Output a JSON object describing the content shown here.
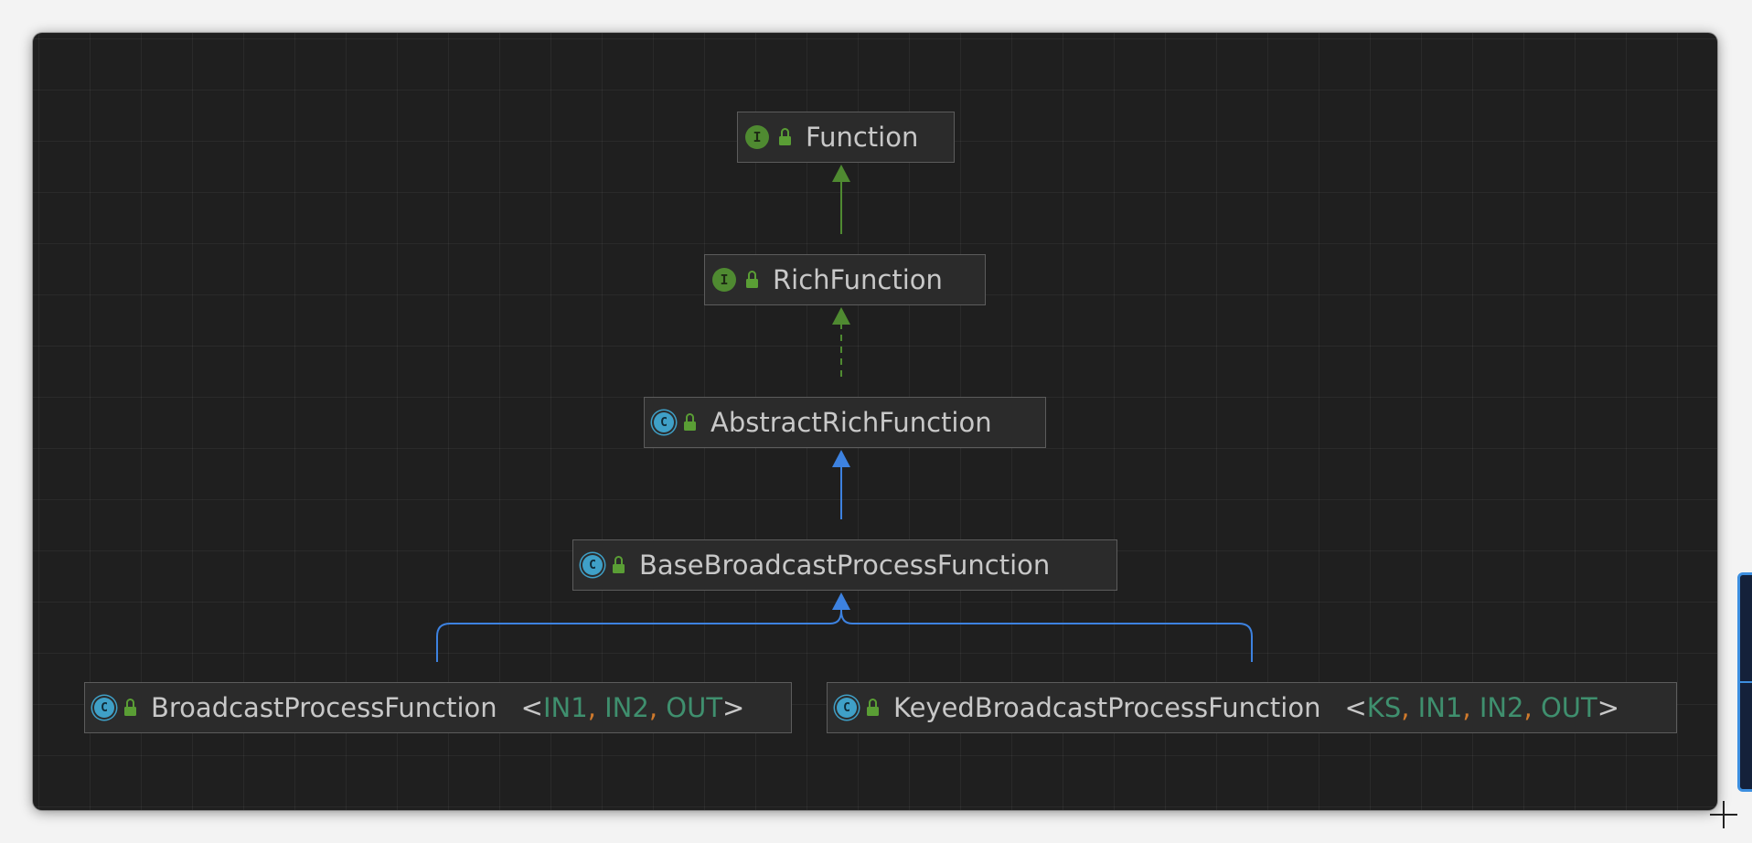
{
  "diagram": {
    "nodes": {
      "function": {
        "name": "Function",
        "kind": "interface",
        "kind_glyph": "I",
        "visibility_icon": "unlocked-padlock-icon"
      },
      "rich_function": {
        "name": "RichFunction",
        "kind": "interface",
        "kind_glyph": "I",
        "visibility_icon": "unlocked-padlock-icon"
      },
      "abstract_rich_function": {
        "name": "AbstractRichFunction",
        "kind": "abstract-class",
        "kind_glyph": "C",
        "visibility_icon": "unlocked-padlock-icon"
      },
      "base_broadcast": {
        "name": "BaseBroadcastProcessFunction",
        "kind": "abstract-class",
        "kind_glyph": "C",
        "visibility_icon": "unlocked-padlock-icon"
      },
      "broadcast": {
        "name": "BroadcastProcessFunction",
        "kind": "abstract-class",
        "kind_glyph": "C",
        "visibility_icon": "unlocked-padlock-icon",
        "open": "<",
        "close": ">",
        "separator": ", ",
        "type_params": [
          "IN1",
          "IN2",
          "OUT"
        ]
      },
      "keyed_broadcast": {
        "name": "KeyedBroadcastProcessFunction",
        "kind": "abstract-class",
        "kind_glyph": "C",
        "visibility_icon": "unlocked-padlock-icon",
        "open": "<",
        "close": ">",
        "separator": ", ",
        "type_params": [
          "KS",
          "IN1",
          "IN2",
          "OUT"
        ]
      }
    },
    "edges": [
      {
        "from": "rich_function",
        "to": "function",
        "relation": "extends",
        "style": "solid",
        "color": "#4f8a31"
      },
      {
        "from": "abstract_rich_function",
        "to": "rich_function",
        "relation": "implements",
        "style": "dashed",
        "color": "#4f8a31"
      },
      {
        "from": "base_broadcast",
        "to": "abstract_rich_function",
        "relation": "extends",
        "style": "solid",
        "color": "#3d82e0"
      },
      {
        "from": "broadcast",
        "to": "base_broadcast",
        "relation": "extends",
        "style": "solid",
        "color": "#3d82e0"
      },
      {
        "from": "keyed_broadcast",
        "to": "base_broadcast",
        "relation": "extends",
        "style": "solid",
        "color": "#3d82e0"
      }
    ]
  },
  "colors": {
    "canvas_background": "#1f1f1f",
    "node_background": "#2b2b2b",
    "node_border": "#5c5c5c",
    "interface_badge": "#4f8a31",
    "class_badge": "#3fa0c7",
    "type_param": "#3f8f6e",
    "type_separator": "#d07a2c",
    "inheritance_edge": "#3d82e0",
    "interface_edge": "#4f8a31"
  }
}
